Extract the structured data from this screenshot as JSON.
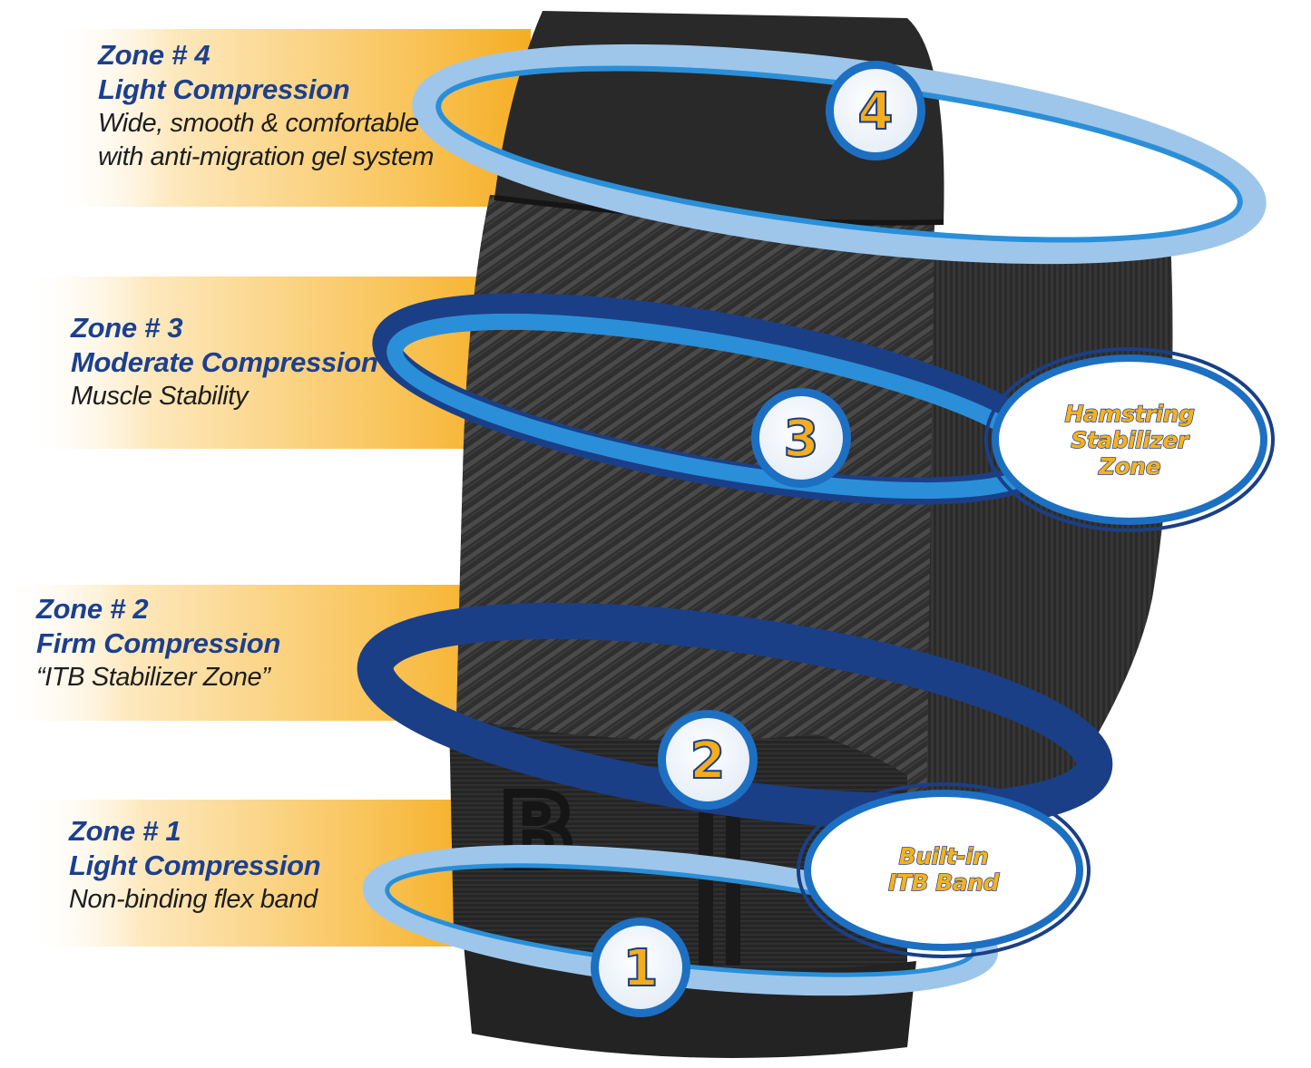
{
  "zones": [
    {
      "title": "Zone # 4",
      "subtitle": "Light Compression",
      "desc": [
        "Wide, smooth & comfortable",
        "with anti-migration gel system"
      ]
    },
    {
      "title": "Zone # 3",
      "subtitle": "Moderate Compression",
      "desc": [
        "Muscle Stability"
      ]
    },
    {
      "title": "Zone # 2",
      "subtitle": "Firm Compression",
      "desc": [
        "“ITB Stabilizer Zone”"
      ]
    },
    {
      "title": "Zone # 1",
      "subtitle": "Light Compression",
      "desc": [
        "Non-binding flex band"
      ]
    }
  ],
  "badges": [
    "4",
    "3",
    "2",
    "1"
  ],
  "callouts": {
    "hamstring": [
      "Hamstring",
      "Stabilizer",
      "Zone"
    ],
    "itb": [
      "Built-in",
      "ITB Band"
    ]
  },
  "sleeve_logo": "B",
  "colors": {
    "banner_orange": "#f7b52e",
    "title_blue": "#1c3f8f",
    "ring_light_blue": "#9ec6ea",
    "ring_mid_blue": "#2a8fd8",
    "ring_dark_blue": "#1b3f86",
    "badge_gold": "#f4ad1c",
    "sleeve_dark": "#2b2b2b"
  }
}
